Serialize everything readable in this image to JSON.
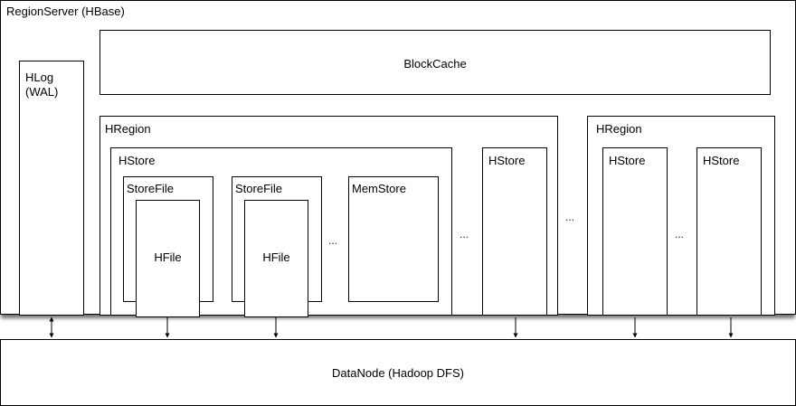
{
  "region_server": {
    "label": "RegionServer (HBase)"
  },
  "block_cache": {
    "label": "BlockCache"
  },
  "hlog": {
    "label_line1": "HLog",
    "label_line2": "(WAL)"
  },
  "regions": [
    {
      "label": "HRegion",
      "stores": [
        {
          "label": "HStore",
          "storefiles": [
            {
              "label": "StoreFile",
              "hfile": "HFile"
            },
            {
              "label": "StoreFile",
              "hfile": "HFile"
            }
          ],
          "ellipsis": "...",
          "memstore": "MemStore"
        },
        {
          "label": "HStore"
        }
      ],
      "ellipsis": "..."
    },
    {
      "label": "HRegion",
      "stores": [
        {
          "label": "HStore"
        },
        {
          "label": "HStore"
        }
      ],
      "ellipsis": "..."
    }
  ],
  "regions_ellipsis": "...",
  "datanode": {
    "label": "DataNode (Hadoop DFS)"
  }
}
